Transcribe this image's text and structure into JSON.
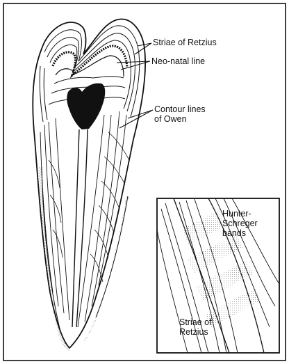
{
  "labels": {
    "striae_retzius_top": "Striae of Retzius",
    "neonatal_line": "Neo-natal line",
    "contour_owen_line1": "Contour lines",
    "contour_owen_line2": "of Owen",
    "hunter_line1": "Hunter-",
    "hunter_line2": "Schreger",
    "hunter_line3": "bands",
    "striae_inset_line1": "Striae of",
    "striae_inset_line2": "Retzius"
  },
  "colors": {
    "ink": "#111111",
    "background": "#ffffff",
    "stipple": "#9a9a9a"
  }
}
